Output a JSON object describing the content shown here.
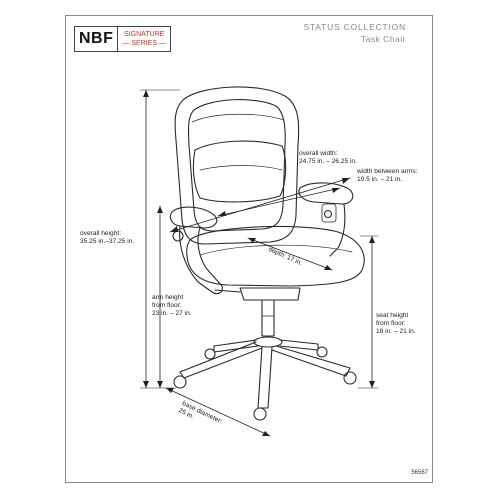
{
  "brand": {
    "logo_main": "NBF",
    "logo_line1": "SIGNATURE",
    "logo_line2": "— SERIES —",
    "accent_color": "#c0392b"
  },
  "header": {
    "collection": "STATUS COLLECTION",
    "product": "Task Chair"
  },
  "dimensions": {
    "overall_width_label": "overall width:",
    "overall_width_value": "24.75 in. – 26.25 in.",
    "between_arms_label": "width between arms:",
    "between_arms_value": "19.5 in. – 21 in.",
    "overall_height_label": "overall height:",
    "overall_height_value": "35.25 in.–37.25 in.",
    "depth_value": "depth: 17 in.",
    "arm_height_label_1": "arm height",
    "arm_height_label_2": "from floor:",
    "arm_height_value": "23 in. – 27 in.",
    "seat_height_label_1": "seat height",
    "seat_height_label_2": "from floor:",
    "seat_height_value": "18 in. – 21 in.",
    "base_diameter_label": "base diameter:",
    "base_diameter_value": "25 in."
  },
  "footer": {
    "model_number": "56567"
  }
}
